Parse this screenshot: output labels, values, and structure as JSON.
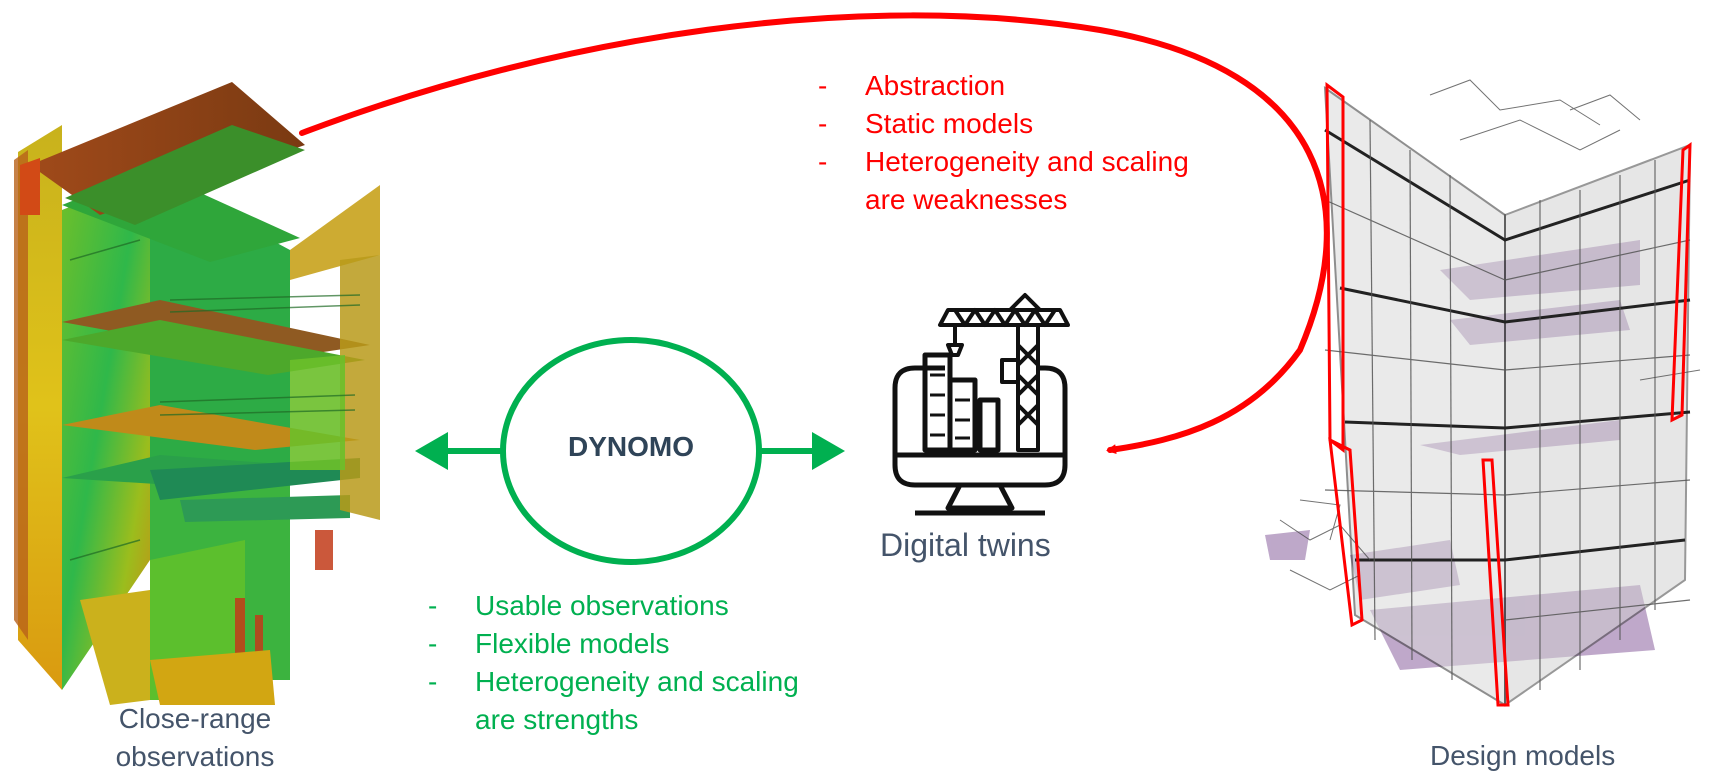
{
  "center_label": "DYNOMO",
  "twin_caption": "Digital twins",
  "left_caption": [
    "Close-range",
    "observations"
  ],
  "right_caption": "Design models",
  "weaknesses": [
    "Abstraction",
    "Static models",
    "Heterogeneity and scaling",
    "are weaknesses"
  ],
  "strengths": [
    "Usable observations",
    "Flexible models",
    "Heterogeneity and scaling",
    "are strengths"
  ],
  "bullet_char": "-",
  "colors": {
    "red": "#ff0000",
    "green": "#00b050",
    "caption": "#44546a",
    "center_label": "#2f4458",
    "icon": "#111111",
    "wireframe": "#555555",
    "wireframe_fill": "#d9d9d9",
    "floor_purple": "#a98bb8"
  },
  "icons": [
    "digital-twin-monitor-icon",
    "construction-crane-icon"
  ],
  "images": [
    "point-cloud-building-image",
    "wireframe-building-model-image"
  ]
}
